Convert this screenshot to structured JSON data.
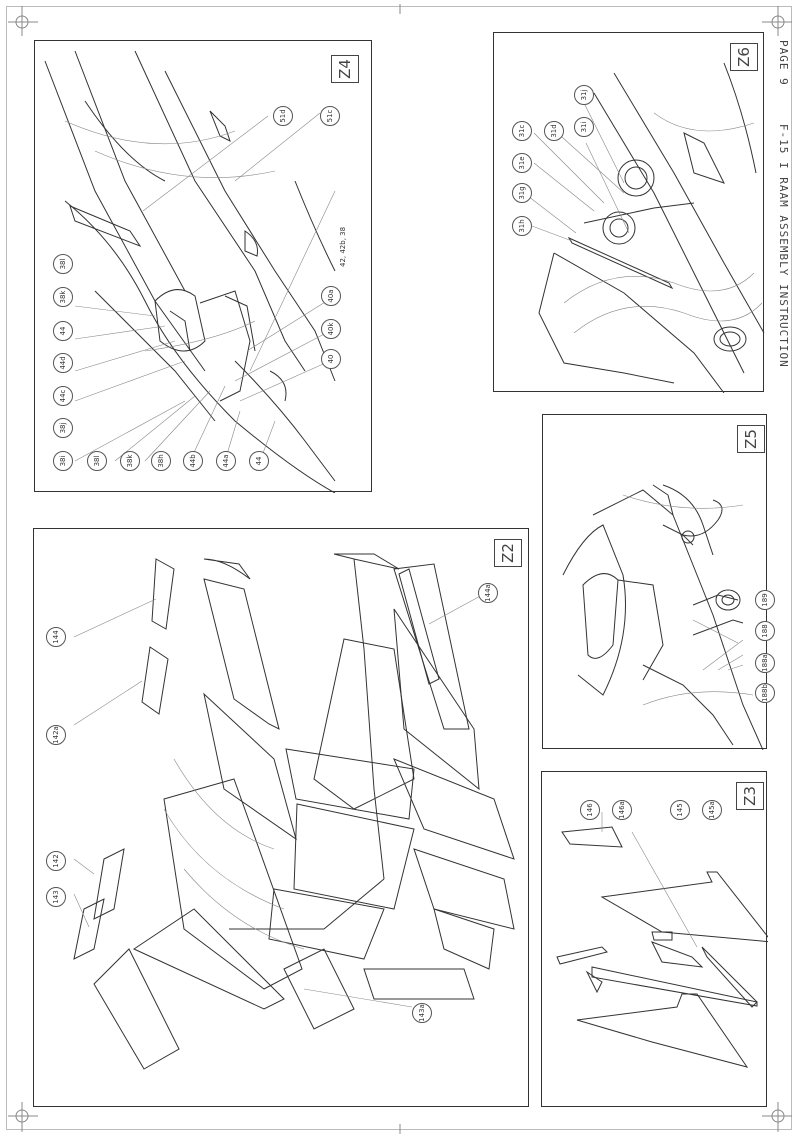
{
  "header": {
    "title": "F-15 I RAAM ASSEMBLY INSTRUCTION",
    "page": "PAGE 9"
  },
  "panels": {
    "z4": {
      "tag": "Z4",
      "callouts": [
        "51d",
        "51c",
        "42, 42b, 38",
        "38l",
        "38k",
        "44",
        "44d",
        "44c",
        "38j",
        "38i",
        "38l",
        "38k",
        "38h",
        "44b",
        "44a",
        "44",
        "40",
        "40k",
        "40a"
      ]
    },
    "z6": {
      "tag": "Z6",
      "callouts": [
        "31c",
        "31d",
        "31j",
        "31e",
        "31i",
        "31g",
        "31h"
      ]
    },
    "z5": {
      "tag": "Z5",
      "callouts": [
        "188b",
        "188a",
        "188",
        "189"
      ]
    },
    "z2": {
      "tag": "Z2",
      "callouts": [
        "144",
        "142a",
        "144a",
        "142",
        "143",
        "143a"
      ]
    },
    "z3": {
      "tag": "Z3",
      "callouts": [
        "146",
        "146a",
        "145",
        "145a"
      ]
    }
  }
}
